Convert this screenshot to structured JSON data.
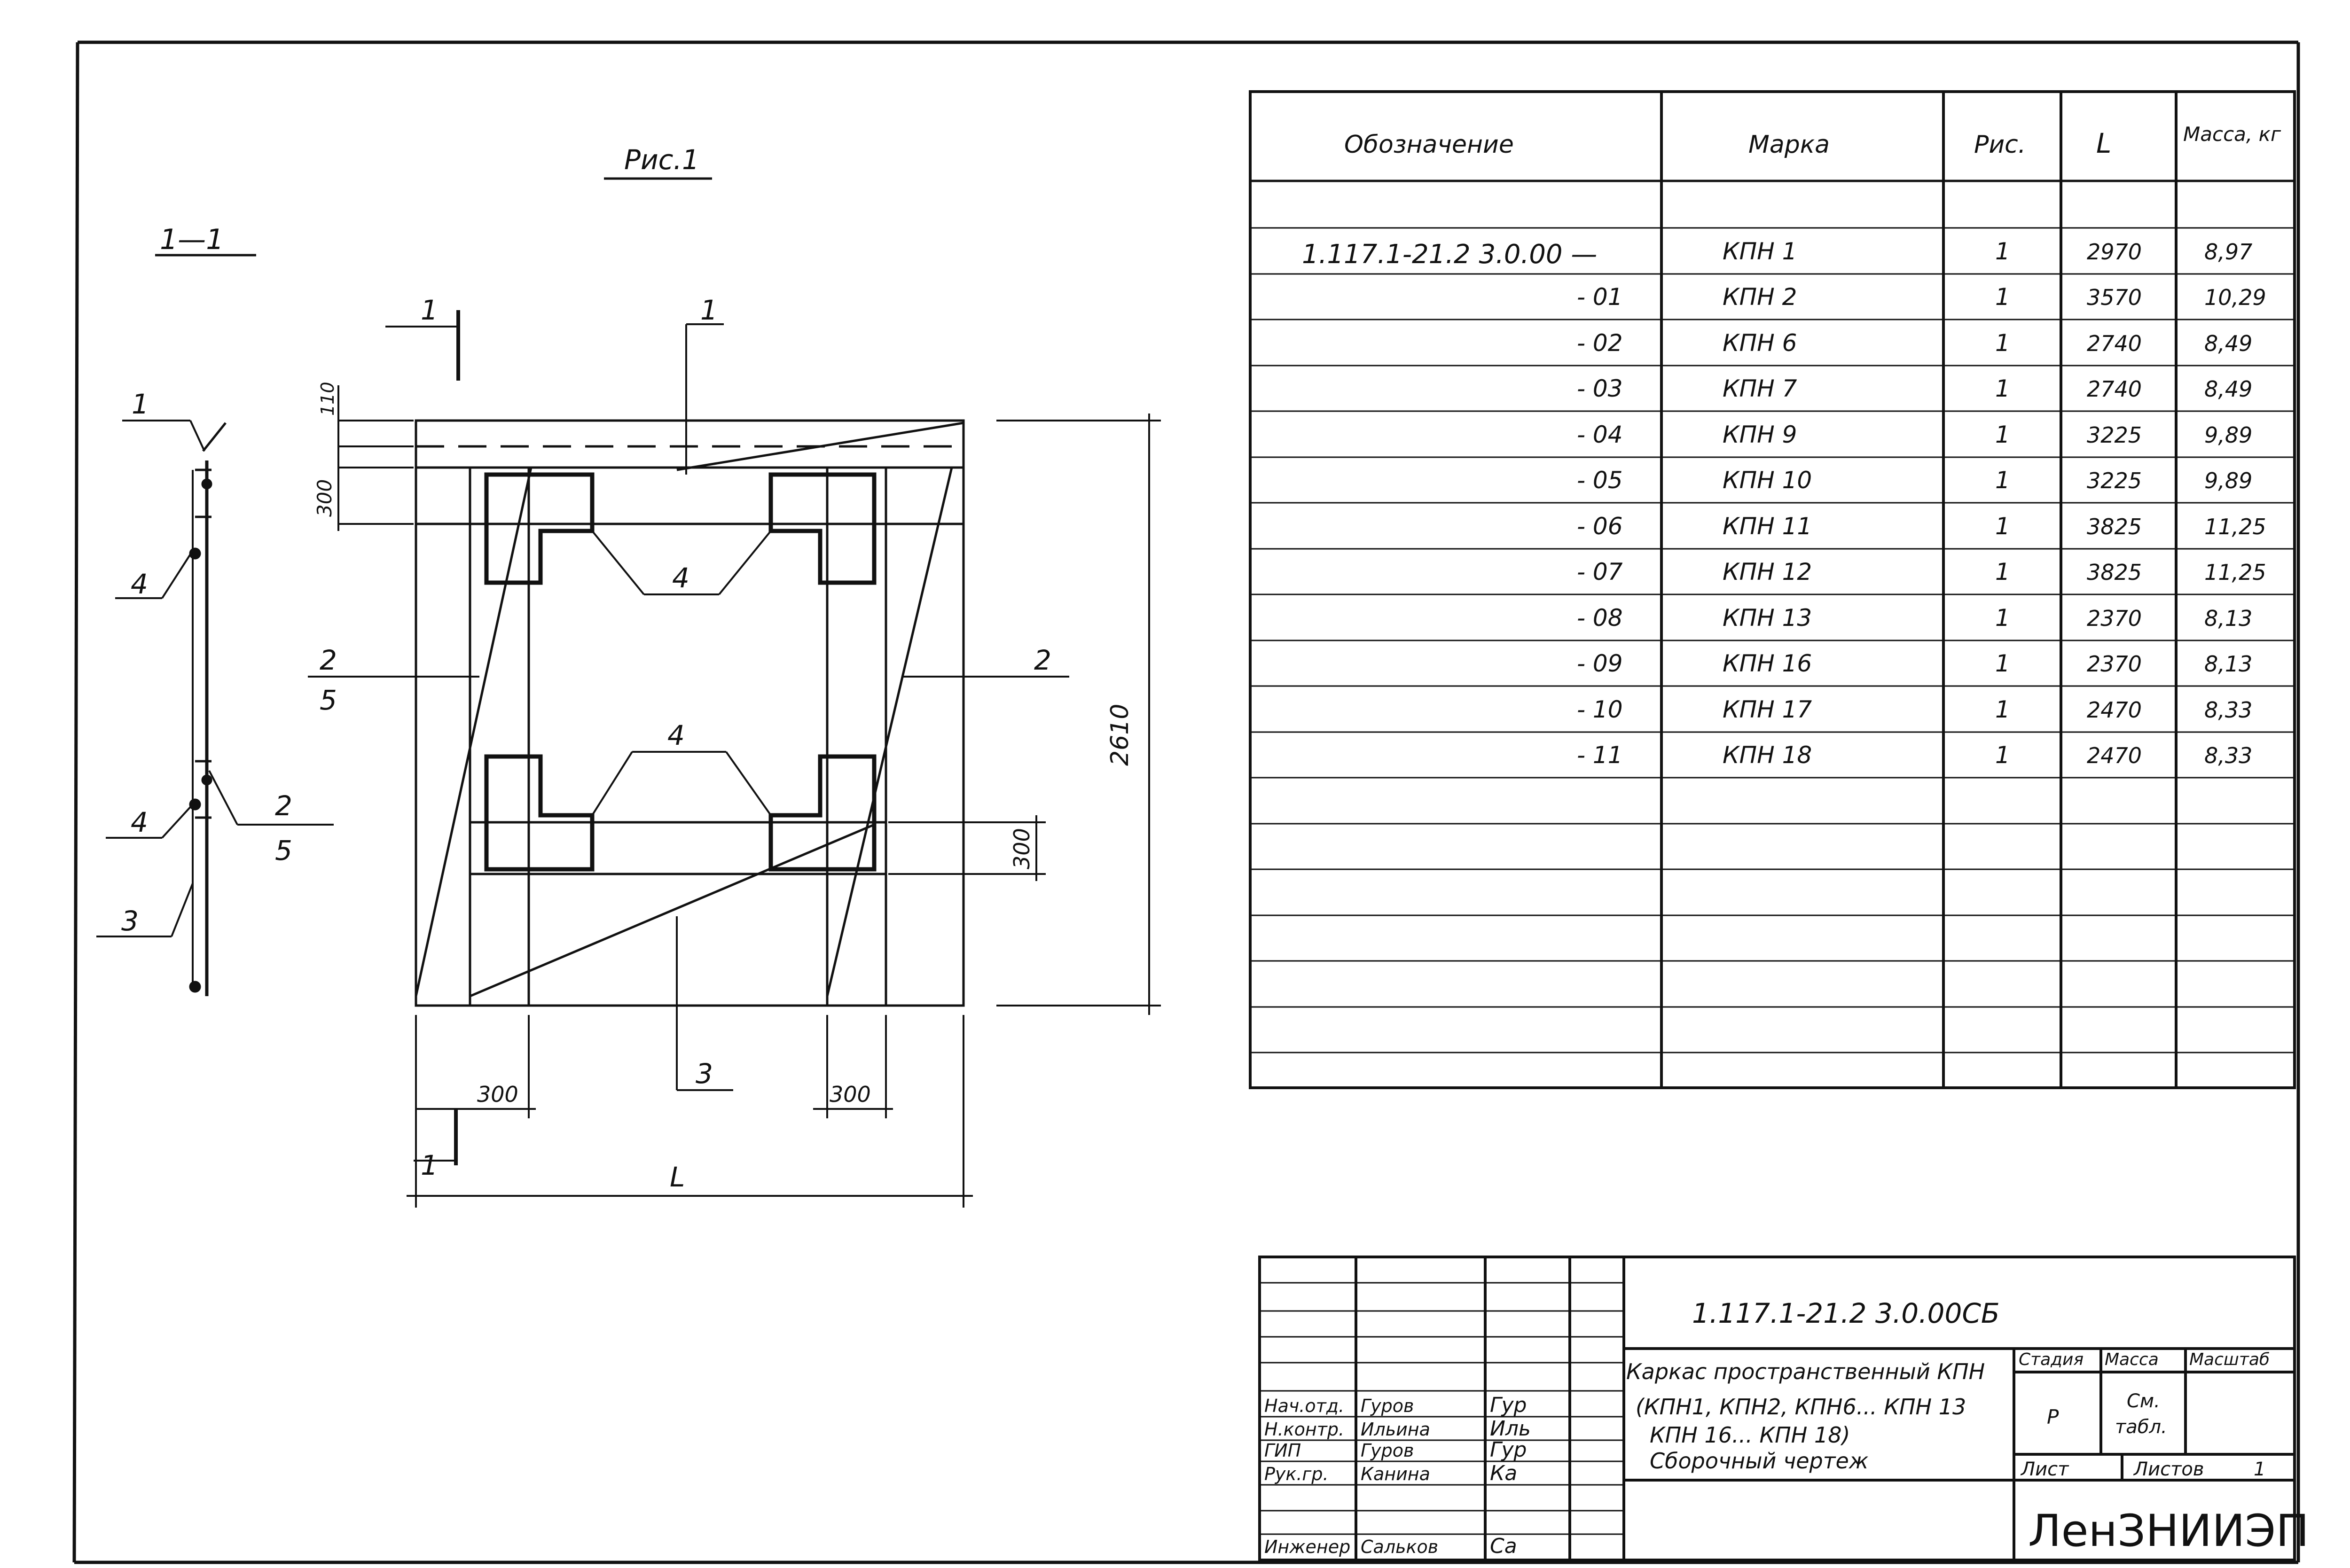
{
  "figure": {
    "title": "Рис.1",
    "section_label": "1—1",
    "cut_mark": "1",
    "dim_total_height": "2610",
    "dim_110": "110",
    "dim_300": "300",
    "dim_length": "L",
    "callouts": {
      "c1": "1",
      "c2": "2",
      "c3": "3",
      "c4": "4",
      "c5": "5"
    }
  },
  "spec_table": {
    "headers": [
      "Обозначение",
      "Марка",
      "Рис.",
      "L",
      "Масса, кг"
    ],
    "base_designation": "1.117.1-21.2  3.0.00 —",
    "rows": [
      {
        "suffix": "",
        "mark": "КПН 1",
        "fig": "1",
        "L": "2970",
        "mass": "8,97"
      },
      {
        "suffix": "- 01",
        "mark": "КПН 2",
        "fig": "1",
        "L": "3570",
        "mass": "10,29"
      },
      {
        "suffix": "- 02",
        "mark": "КПН 6",
        "fig": "1",
        "L": "2740",
        "mass": "8,49"
      },
      {
        "suffix": "- 03",
        "mark": "КПН 7",
        "fig": "1",
        "L": "2740",
        "mass": "8,49"
      },
      {
        "suffix": "- 04",
        "mark": "КПН 9",
        "fig": "1",
        "L": "3225",
        "mass": "9,89"
      },
      {
        "suffix": "- 05",
        "mark": "КПН 10",
        "fig": "1",
        "L": "3225",
        "mass": "9,89"
      },
      {
        "suffix": "- 06",
        "mark": "КПН 11",
        "fig": "1",
        "L": "3825",
        "mass": "11,25"
      },
      {
        "suffix": "- 07",
        "mark": "КПН 12",
        "fig": "1",
        "L": "3825",
        "mass": "11,25"
      },
      {
        "suffix": "- 08",
        "mark": "КПН 13",
        "fig": "1",
        "L": "2370",
        "mass": "8,13"
      },
      {
        "suffix": "- 09",
        "mark": "КПН 16",
        "fig": "1",
        "L": "2370",
        "mass": "8,13"
      },
      {
        "suffix": "- 10",
        "mark": "КПН 17",
        "fig": "1",
        "L": "2470",
        "mass": "8,33"
      },
      {
        "suffix": "- 11",
        "mark": "КПН 18",
        "fig": "1",
        "L": "2470",
        "mass": "8,33"
      }
    ]
  },
  "title_block": {
    "designation": "1.117.1-21.2  3.0.00СБ",
    "name_line1": "Каркас пространственный КПН",
    "name_line2": "(КПН1, КПН2, КПН6... КПН 13",
    "name_line3": "КПН 16... КПН 18)",
    "name_line4": "Сборочный   чертеж",
    "stage_header": "Стадия",
    "mass_header": "Масса",
    "scale_header": "Масштаб",
    "stage_value": "Р",
    "mass_value_1": "См.",
    "mass_value_2": "табл.",
    "sheet_label": "Лист",
    "sheets_label": "Листов",
    "sheets_value": "1",
    "org": "ЛенЗНИИЭП",
    "signers": [
      {
        "role": "Нач.отд.",
        "name": "Гуров",
        "sig": "Гур"
      },
      {
        "role": "Н.контр.",
        "name": "Ильина",
        "sig": "Иль"
      },
      {
        "role": "ГИП",
        "name": "Гуров",
        "sig": "Гур"
      },
      {
        "role": "Рук.гр.",
        "name": "Канина",
        "sig": "Ка"
      },
      {
        "role": "Инженер",
        "name": "Сальков",
        "sig": "Са"
      }
    ]
  }
}
